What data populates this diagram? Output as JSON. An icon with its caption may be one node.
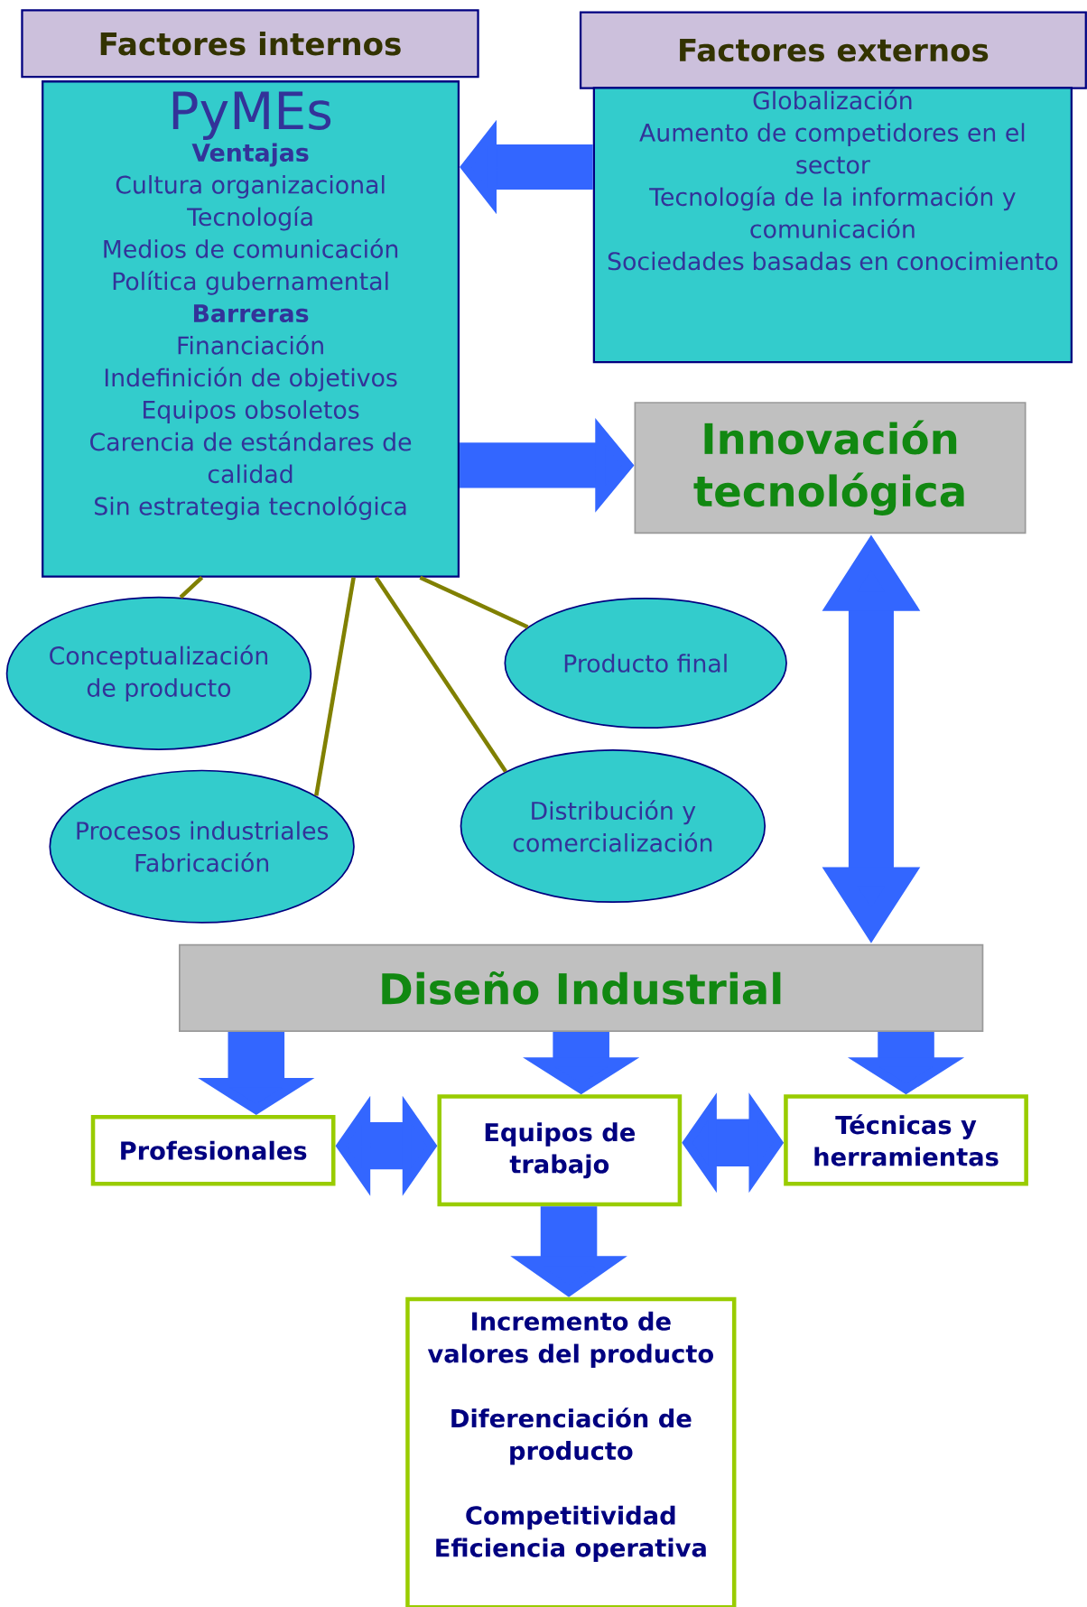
{
  "diagram": {
    "nodes": [
      {
        "text": [
          "Factores internos"
        ]
      },
      {
        "text": [
          "PyMEs",
          "Ventajas",
          "Cultura organizacional",
          "Tecnología",
          "Medios de comunicación",
          "Política gubernamental",
          "Barreras",
          "Financiación",
          "Indefinición de objetivos",
          "Equipos obsoletos",
          "Carencia de estándares de calidad",
          "Sin estrategia tecnológica"
        ]
      },
      {
        "text": [
          "Factores externos"
        ]
      },
      {
        "text": [
          "Globalización",
          "Aumento de competidores en el sector",
          "Tecnología de la información y comunicación",
          "Sociedades basadas en conocimiento"
        ]
      },
      {
        "text": [
          "Innovación tecnológica"
        ]
      },
      {
        "text": [
          "Conceptualización de producto"
        ]
      },
      {
        "text": [
          "Producto final"
        ]
      },
      {
        "text": [
          "Procesos industriales Fabricación"
        ]
      },
      {
        "text": [
          "Distribución y comercialización"
        ]
      },
      {
        "text": [
          "Diseño Industrial"
        ]
      },
      {
        "text": [
          "Profesionales"
        ]
      },
      {
        "text": [
          "Equipos de trabajo"
        ]
      },
      {
        "text": [
          "Técnicas y herramientas"
        ]
      },
      {
        "text": [
          "Incremento de valores del producto",
          "Diferenciación de producto",
          "Competitividad",
          "Eficiencia operativa"
        ]
      }
    ],
    "edges": [
      {
        "from": 3,
        "to": 1,
        "arrow": "to"
      },
      {
        "from": 1,
        "to": 4,
        "arrow": "to"
      },
      {
        "from": 4,
        "to": 9,
        "arrow": "both"
      },
      {
        "from": 9,
        "to": 10,
        "arrow": "to"
      },
      {
        "from": 9,
        "to": 11,
        "arrow": "to"
      },
      {
        "from": 9,
        "to": 12,
        "arrow": "to"
      },
      {
        "from": 10,
        "to": 11,
        "arrow": "both"
      },
      {
        "from": 11,
        "to": 12,
        "arrow": "both"
      },
      {
        "from": 11,
        "to": 13,
        "arrow": "to"
      },
      {
        "from": 1,
        "to": 5,
        "arrow": "none",
        "color": "#808000"
      },
      {
        "from": 1,
        "to": 7,
        "arrow": "none",
        "color": "#808000"
      },
      {
        "from": 1,
        "to": 8,
        "arrow": "none",
        "color": "#808000"
      },
      {
        "from": 1,
        "to": 6,
        "arrow": "none",
        "color": "#808000"
      }
    ]
  }
}
